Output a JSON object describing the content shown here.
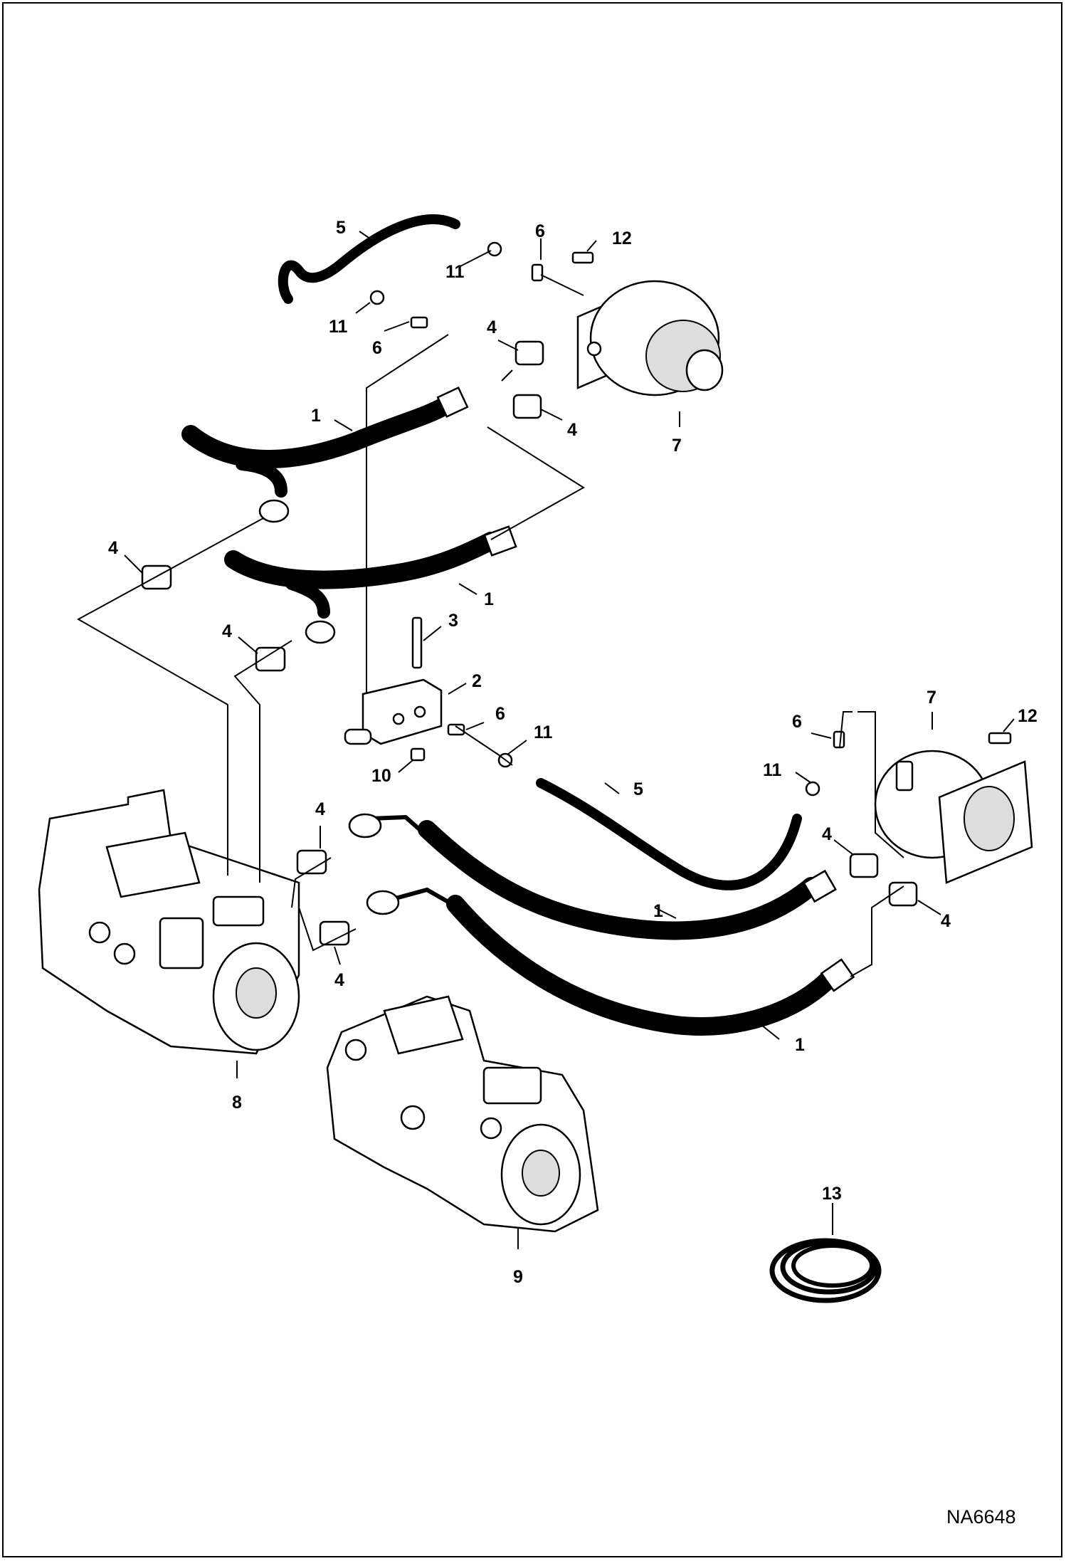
{
  "figure_id": "NA6648",
  "callouts": {
    "c1a": "1",
    "c1b": "1",
    "c1c": "1",
    "c1d": "1",
    "c2": "2",
    "c3": "3",
    "c4a": "4",
    "c4b": "4",
    "c4c": "4",
    "c4d": "4",
    "c4e": "4",
    "c4f": "4",
    "c4g": "4",
    "c4h": "4",
    "c5a": "5",
    "c5b": "5",
    "c6a": "6",
    "c6b": "6",
    "c6c": "6",
    "c6d": "6",
    "c7a": "7",
    "c7b": "7",
    "c8": "8",
    "c9": "9",
    "c10": "10",
    "c11a": "11",
    "c11b": "11",
    "c11c": "11",
    "c11d": "11",
    "c12a": "12",
    "c12b": "12",
    "c13": "13"
  }
}
